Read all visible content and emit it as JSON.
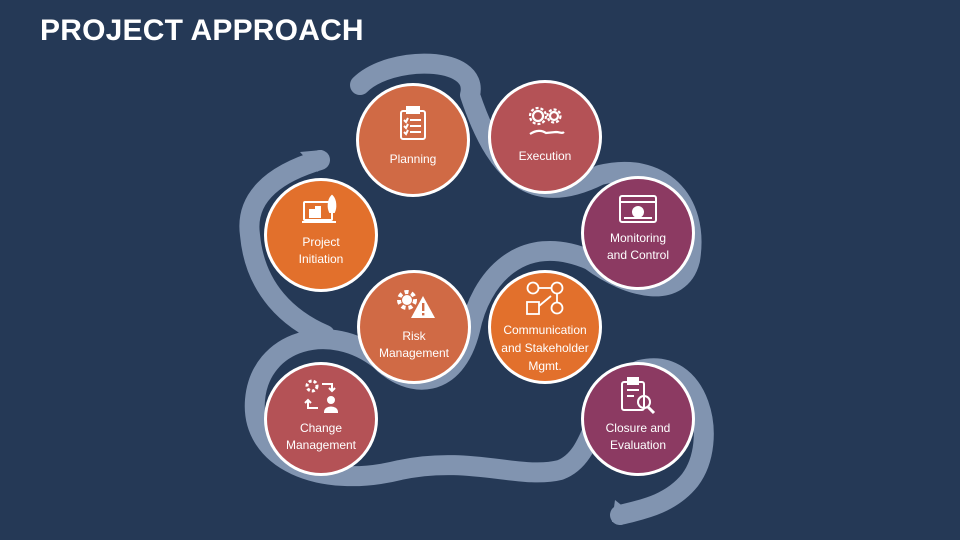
{
  "title": "PROJECT APPROACH",
  "colors": {
    "background": "#253956",
    "ribbon": "#8194b0",
    "ring": "#ffffff",
    "orange": "#e2702c",
    "rust": "#d06a45",
    "red": "#b45256",
    "purple": "#8c3a62"
  },
  "steps": [
    {
      "id": "planning",
      "lines": [
        "Planning"
      ],
      "icon": "clipboard-checklist-icon",
      "color": "#d06a45"
    },
    {
      "id": "execution",
      "lines": [
        "Execution"
      ],
      "icon": "gears-hand-icon",
      "color": "#b45256"
    },
    {
      "id": "monitoring",
      "lines": [
        "Monitoring",
        "and Control"
      ],
      "icon": "monitor-gear-icon",
      "color": "#8c3a62"
    },
    {
      "id": "initiation",
      "lines": [
        "Project",
        "Initiation"
      ],
      "icon": "laptop-rocket-icon",
      "color": "#e2702c"
    },
    {
      "id": "risk",
      "lines": [
        "Risk",
        "Management"
      ],
      "icon": "gear-warning-icon",
      "color": "#d06a45"
    },
    {
      "id": "communication",
      "lines": [
        "Communication",
        "and Stakeholder",
        "Mgmt."
      ],
      "icon": "people-network-icon",
      "color": "#e2702c"
    },
    {
      "id": "change",
      "lines": [
        "Change",
        "Management"
      ],
      "icon": "gear-person-cycle-icon",
      "color": "#b45256"
    },
    {
      "id": "closure",
      "lines": [
        "Closure and",
        "Evaluation"
      ],
      "icon": "clipboard-magnifier-icon",
      "color": "#8c3a62"
    }
  ]
}
